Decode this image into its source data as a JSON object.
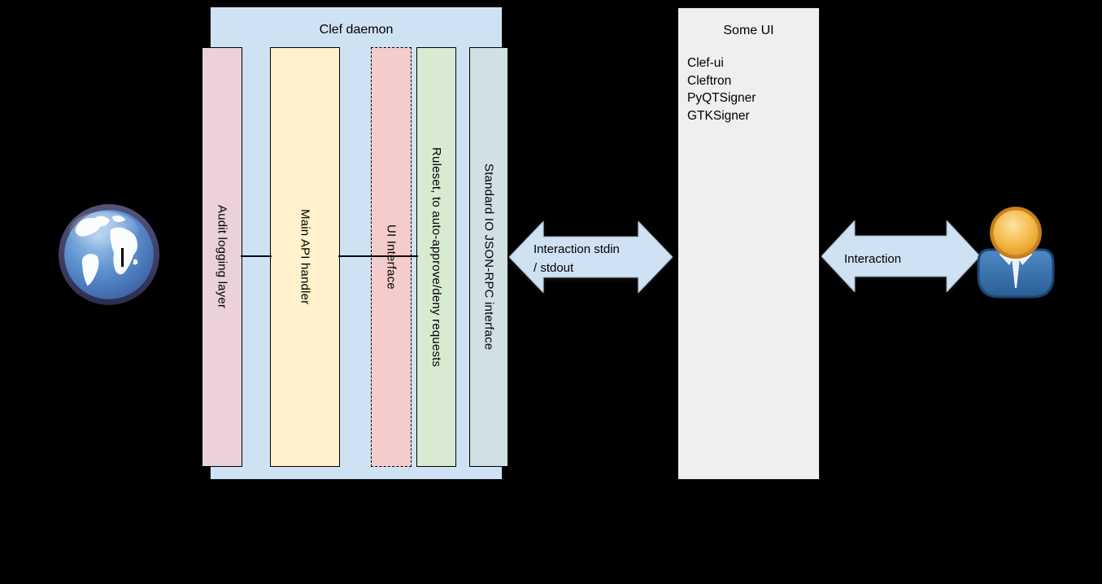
{
  "background_color": "#000000",
  "clef_daemon": {
    "title": "Clef daemon",
    "fill": "#cfe2f3",
    "bars": [
      {
        "label": "Audit logging layer",
        "fill": "#ead1dc",
        "border": "solid"
      },
      {
        "label": "Main API handler",
        "fill": "#fff2cc",
        "border": "solid"
      },
      {
        "label": "UI Interface",
        "fill": "#f4cccc",
        "border": "dashed"
      },
      {
        "label": "Ruleset, to auto-approve/deny requests",
        "fill": "#d9ead3",
        "border": "solid"
      },
      {
        "label": "Standard IO JSON-RPC interface",
        "fill": "#d0e0e3",
        "border": "solid"
      }
    ]
  },
  "some_ui": {
    "title": "Some UI",
    "fill": "#efefef",
    "items": [
      "Clef-ui",
      "Cleftron",
      "PyQTSigner",
      "GTKSigner"
    ]
  },
  "arrows": {
    "fill": "#cfe2f3",
    "left": {
      "label_line1": "Interaction stdin",
      "label_line2": "/ stdout"
    },
    "right": {
      "label": "Interaction"
    }
  },
  "icons": {
    "left_endpoint": "globe-icon",
    "right_endpoint": "user-icon",
    "cursor": "text-cursor"
  }
}
